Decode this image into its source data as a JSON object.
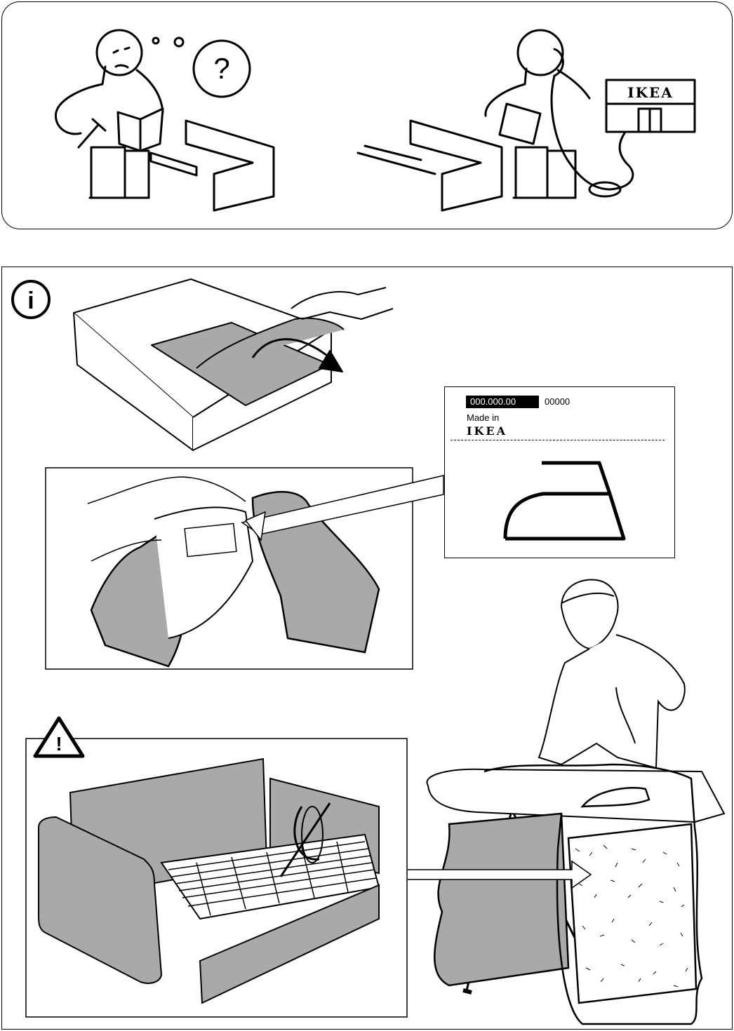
{
  "top_panel": {
    "store_sign": "IKEA",
    "question_symbol": "?"
  },
  "info_icon": "i",
  "warning_icon": "!",
  "care_label": {
    "article_number": "000.000.00",
    "code": "00000",
    "made_in": "Made in",
    "logo": "IKEA",
    "symbol": "iron-icon"
  },
  "colors": {
    "fabric_gray": "#a9a9a9",
    "line": "#000000",
    "background": "#ffffff"
  }
}
